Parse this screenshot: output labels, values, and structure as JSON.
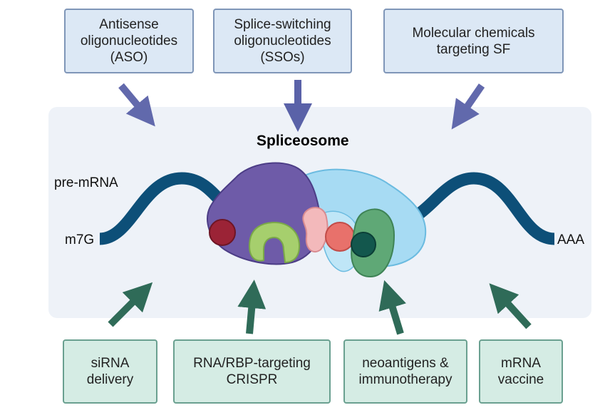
{
  "top_boxes": [
    {
      "label": "Antisense\noligonucleotides\n(ASO)"
    },
    {
      "label": "Splice-switching\noligonucleotides\n(SSOs)"
    },
    {
      "label": "Molecular chemicals\ntargeting SF"
    }
  ],
  "bottom_boxes": [
    {
      "label": "siRNA\ndelivery"
    },
    {
      "label": "RNA/RBP-targeting\nCRISPR"
    },
    {
      "label": "neoantigens &\nimmunotherapy"
    },
    {
      "label": "mRNA\nvaccine"
    }
  ],
  "center": {
    "title": "Spliceosome",
    "pre_mrna": "pre-mRNA",
    "m7g": "m7G",
    "aaa": "AAA"
  },
  "colors": {
    "top_arrow": "#5a62a8",
    "bottom_arrow": "#2f6b58",
    "rna_strand": "#0d4f78"
  }
}
